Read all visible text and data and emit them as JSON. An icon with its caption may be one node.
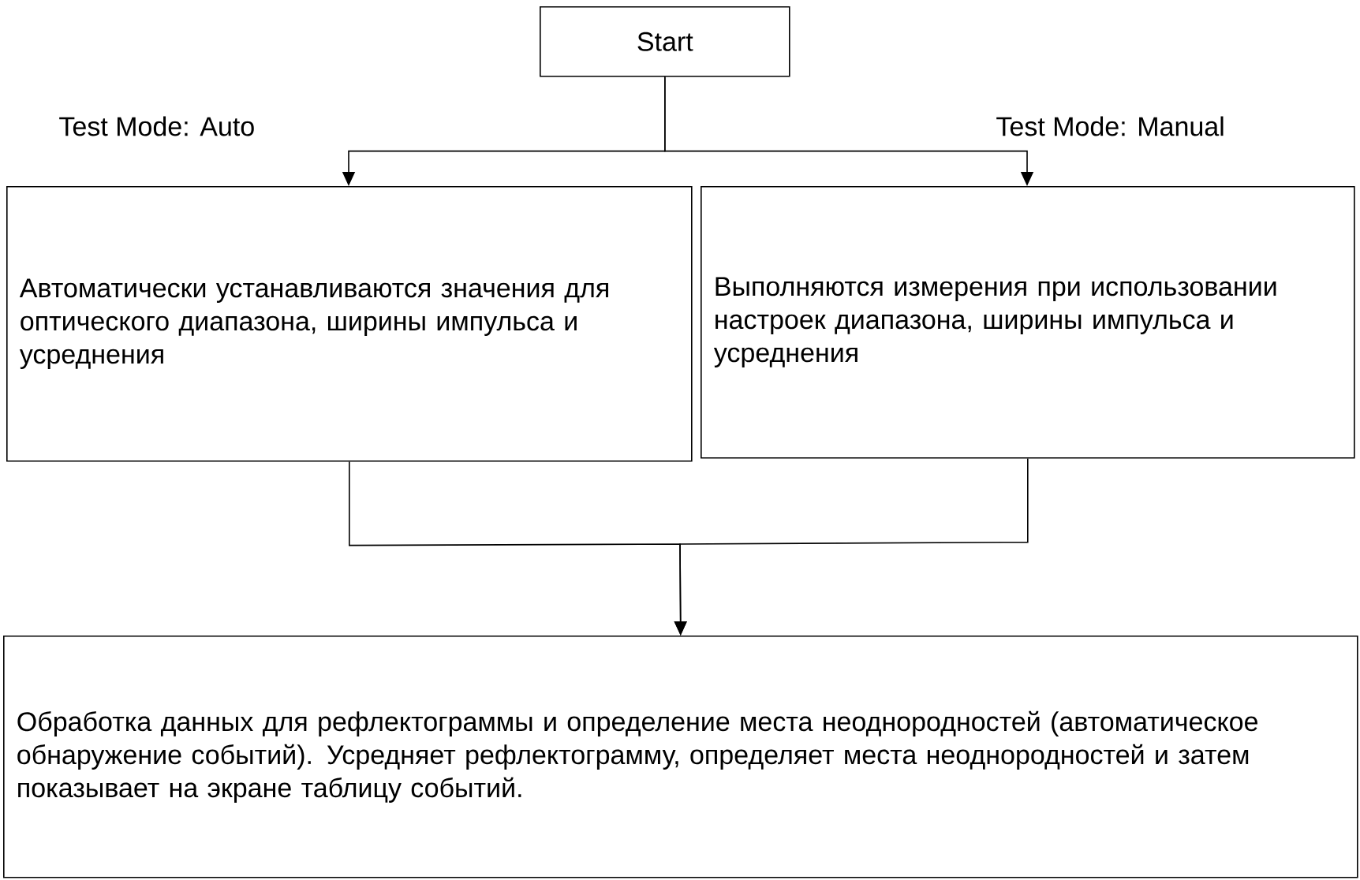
{
  "diagram": {
    "nodes": [
      {
        "text": [
          "Start"
        ]
      },
      {
        "text": [
          "Автоматически устанавливаются значения для оптического диапазона, ширины импульса и усреднения"
        ]
      },
      {
        "text": [
          "Выполняются измерения при использовании настроек диапазона, ширины импульса и усреднения"
        ]
      },
      {
        "text": [
          "Обработка данных для рефлектограммы и определение места неоднородностей (автоматическое обнаружение событий). Усредняет рефлектограмму, определяет места неоднородностей и затем показывает на экране таблицу событий."
        ]
      }
    ],
    "edges": [
      {
        "from": 0,
        "to": 1,
        "arrow": "to",
        "label": "Test Mode: Auto"
      },
      {
        "from": 0,
        "to": 2,
        "arrow": "to",
        "label": "Test Mode: Manual"
      },
      {
        "from": 1,
        "to": 3,
        "arrow": "to"
      },
      {
        "from": 2,
        "to": 3,
        "arrow": "to"
      }
    ]
  }
}
